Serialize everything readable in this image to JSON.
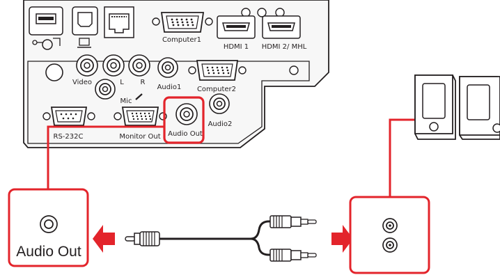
{
  "panel_labels": {
    "computer1": "Computer1",
    "hdmi1": "HDMI 1",
    "hdmi2_mhl": "HDMI 2/ MHL",
    "video": "Video",
    "left": "L",
    "right": "R",
    "audio1": "Audio1",
    "computer2": "Computer2",
    "mic": "Mic",
    "rs232c": "RS-232C",
    "monitor_out": "Monitor Out",
    "audio_out": "Audio Out",
    "audio2": "Audio2"
  },
  "callout": {
    "label": "Audio Out"
  },
  "colors": {
    "highlight": "#e3242b",
    "line": "#231f20",
    "fill": "#ffffff",
    "panel_face": "#f7f7f7"
  },
  "icons": [
    "usb-a-port-icon",
    "usb-b-port-icon",
    "lan-port-icon",
    "vga-port-icon",
    "hdmi-port-icon",
    "rca-jack-icon",
    "microphone-icon",
    "serial-port-icon",
    "speaker-icon",
    "stereo-cable-icon",
    "arrow-icon"
  ]
}
